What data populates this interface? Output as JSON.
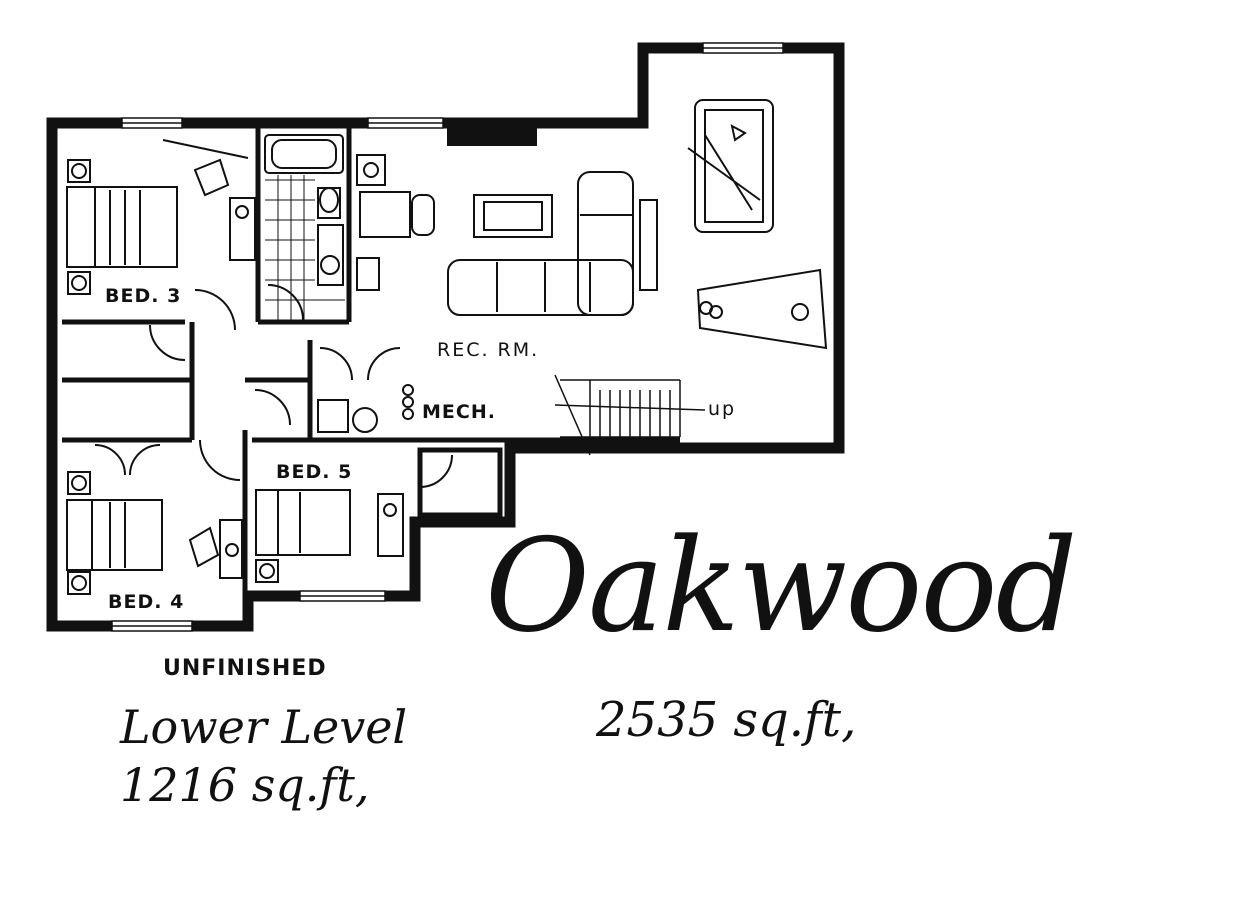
{
  "plan": {
    "rooms": {
      "bed3": "BED. 3",
      "bed4": "BED. 4",
      "bed5": "BED. 5",
      "rec_room": "REC. RM.",
      "mech": "MECH."
    },
    "stair_direction": "up"
  },
  "level": {
    "status": "UNFINISHED",
    "name": "Lower Level",
    "area": "1216 sq.ft,"
  },
  "house": {
    "name": "Oakwood",
    "total_area": "2535 sq.ft,"
  },
  "colors": {
    "ink": "#111111",
    "paper": "#ffffff"
  }
}
